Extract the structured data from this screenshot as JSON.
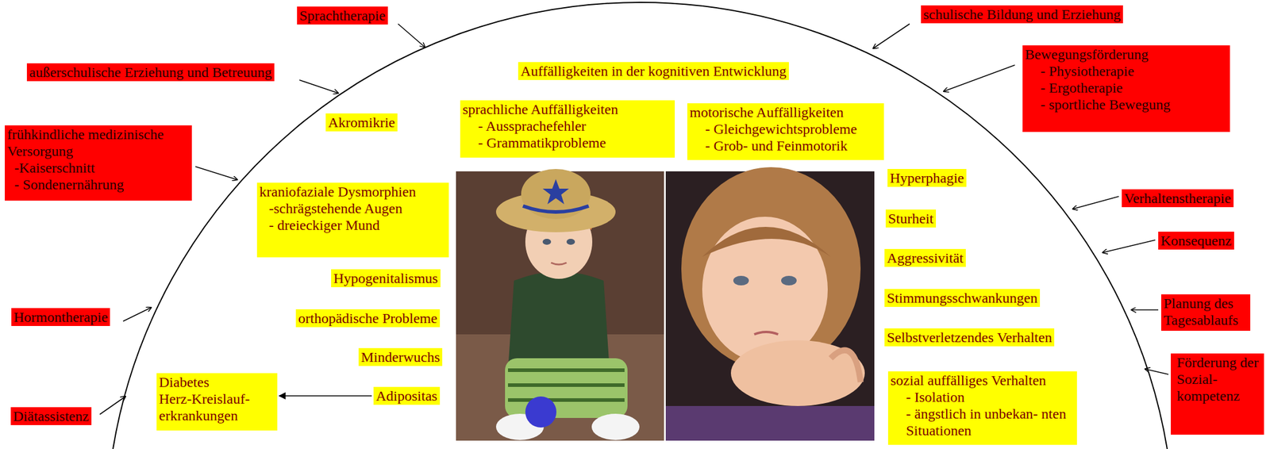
{
  "diagram": {
    "nodes": [
      {
        "text": [
          "Sprachtherapie"
        ]
      },
      {
        "text": [
          "schulische Bildung und Erziehung"
        ]
      },
      {
        "text": [
          "Bewegungsförderung",
          "- Physiotherapie",
          "- Ergotherapie",
          "- sportliche Bewegung"
        ]
      },
      {
        "text": [
          "außerschulische Erziehung und Betreuung"
        ]
      },
      {
        "text": [
          "Auffälligkeiten in der kognitiven Entwicklung"
        ]
      },
      {
        "text": [
          "Akromikrie"
        ]
      },
      {
        "text": [
          "sprachliche Auffälligkeiten",
          "- Aussprachefehler",
          "- Grammatikprobleme"
        ]
      },
      {
        "text": [
          "motorische Auffälligkeiten",
          "- Gleichgewichtsprobleme",
          "- Grob- und Feinmotorik"
        ]
      },
      {
        "text": [
          "frühkindliche medizinische Versorgung",
          "-Kaiserschnitt",
          "- Sondenernährung"
        ]
      },
      {
        "text": [
          "kraniofaziale Dysmorphien",
          "-schrägstehende Augen",
          "- dreieckiger Mund"
        ]
      },
      {
        "text": [
          "Hyperphagie"
        ]
      },
      {
        "text": [
          "Verhaltenstherapie"
        ]
      },
      {
        "text": [
          "Sturheit"
        ]
      },
      {
        "text": [
          "Konsequenz"
        ]
      },
      {
        "text": [
          "Hypogenitalismus"
        ]
      },
      {
        "text": [
          "Aggressivität"
        ]
      },
      {
        "text": [
          "Stimmungsschwankungen"
        ]
      },
      {
        "text": [
          "Planung des Tagesablaufs"
        ]
      },
      {
        "text": [
          "orthopädische Probleme"
        ]
      },
      {
        "text": [
          "Hormontherapie"
        ]
      },
      {
        "text": [
          "Selbstverletzendes Verhalten"
        ]
      },
      {
        "text": [
          "Minderwuchs"
        ]
      },
      {
        "text": [
          "Förderung der Sozial- kompetenz"
        ]
      },
      {
        "text": [
          "Diabetes",
          "Herz-Kreislauf- erkrankungen"
        ]
      },
      {
        "text": [
          "Adipositas"
        ]
      },
      {
        "text": [
          "sozial auffälliges Verhalten",
          "- Isolation",
          "- ängstlich in unbekan- nten Situationen"
        ]
      },
      {
        "text": [
          "Diätassistenz"
        ]
      }
    ],
    "edges": [
      {
        "from": 24,
        "to": 23,
        "arrow": "to"
      }
    ]
  }
}
